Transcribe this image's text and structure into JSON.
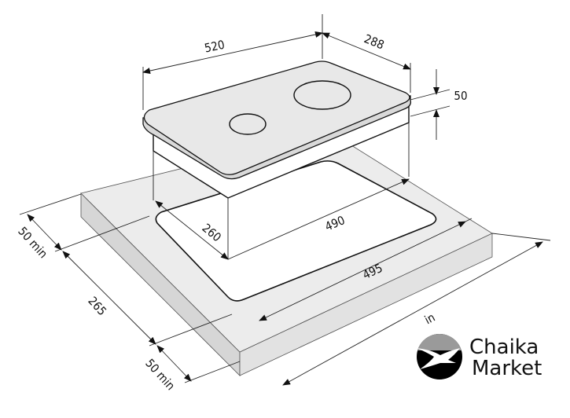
{
  "dimensions": {
    "hob_width": "520",
    "hob_depth": "288",
    "hob_height": "50",
    "cutout_width": "490",
    "cutout_depth": "260",
    "front_cutout_width": "495",
    "side_min_back": "50 min",
    "side_depth": "265",
    "side_min_front": "50 min",
    "overall_min_partial": "in"
  },
  "logo": {
    "line1": "Chaika",
    "line2": "Market"
  },
  "colors": {
    "slab_top": "#ebebeb",
    "slab_side": "#d6d6d6",
    "slab_front": "#e0e0e0",
    "hob": "#e6e6e6",
    "logo_gray": "#9a9a9a"
  }
}
